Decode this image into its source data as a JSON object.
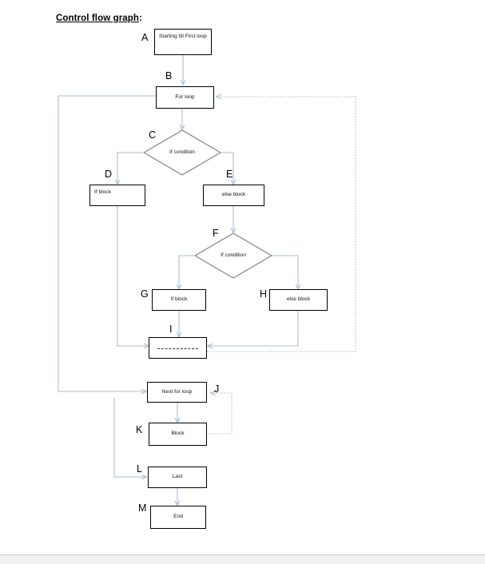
{
  "page": {
    "title_text": "Control flow graph",
    "title_suffix": ":",
    "line_color": "#a8bdd4",
    "node_border_color": "#000000",
    "background": "#ffffff",
    "footer_color": "#f0f0f0"
  },
  "nodes": [
    {
      "id": "A",
      "tag": "A",
      "label": "Starting till First loop",
      "shape": "rect",
      "align": "left"
    },
    {
      "id": "B",
      "tag": "B",
      "label": "For loop",
      "shape": "rect",
      "align": "center"
    },
    {
      "id": "C",
      "tag": "C",
      "label": "If condition",
      "shape": "diamond",
      "align": "center"
    },
    {
      "id": "D",
      "tag": "D",
      "label": "If block",
      "shape": "rect",
      "align": "left"
    },
    {
      "id": "E",
      "tag": "E",
      "label": "else block",
      "shape": "rect",
      "align": "center"
    },
    {
      "id": "F",
      "tag": "F",
      "label": "If condition",
      "shape": "diamond",
      "align": "center"
    },
    {
      "id": "G",
      "tag": "G",
      "label": "If block",
      "shape": "rect",
      "align": "center"
    },
    {
      "id": "H",
      "tag": "H",
      "label": "else block",
      "shape": "rect",
      "align": "center"
    },
    {
      "id": "I",
      "tag": "I",
      "label": "",
      "shape": "rect",
      "align": "center"
    },
    {
      "id": "J",
      "tag": "J",
      "label": "",
      "shape": "edge-label",
      "align": "center"
    },
    {
      "id": "K",
      "tag": "K",
      "label": "Block",
      "shape": "rect",
      "align": "center"
    },
    {
      "id": "L",
      "tag": "L",
      "label": "Last",
      "shape": "rect",
      "align": "center"
    },
    {
      "id": "M",
      "tag": "M",
      "label": "End",
      "shape": "rect",
      "align": "center"
    }
  ],
  "edges": [
    {
      "from": "A",
      "to": "B",
      "style": "solid"
    },
    {
      "from": "B",
      "to": "C",
      "style": "solid"
    },
    {
      "from": "C",
      "to": "D",
      "style": "solid"
    },
    {
      "from": "C",
      "to": "E",
      "style": "solid"
    },
    {
      "from": "D",
      "to": "I",
      "style": "solid"
    },
    {
      "from": "E",
      "to": "F",
      "style": "solid"
    },
    {
      "from": "F",
      "to": "G",
      "style": "solid"
    },
    {
      "from": "F",
      "to": "H",
      "style": "solid"
    },
    {
      "from": "G",
      "to": "I",
      "style": "solid"
    },
    {
      "from": "H",
      "to": "I",
      "style": "solid"
    },
    {
      "from": "I",
      "to": "B",
      "style": "dotted"
    },
    {
      "from": "B",
      "to": "Next for loop",
      "style": "solid"
    },
    {
      "from": "Next for loop",
      "to": "K",
      "style": "solid"
    },
    {
      "from": "K",
      "to": "Next for loop",
      "style": "dotted"
    },
    {
      "from": "Next for loop",
      "to": "L",
      "style": "solid"
    },
    {
      "from": "L",
      "to": "M",
      "style": "solid"
    }
  ],
  "extra_labels": {
    "next_for_loop": "Next for loop"
  }
}
